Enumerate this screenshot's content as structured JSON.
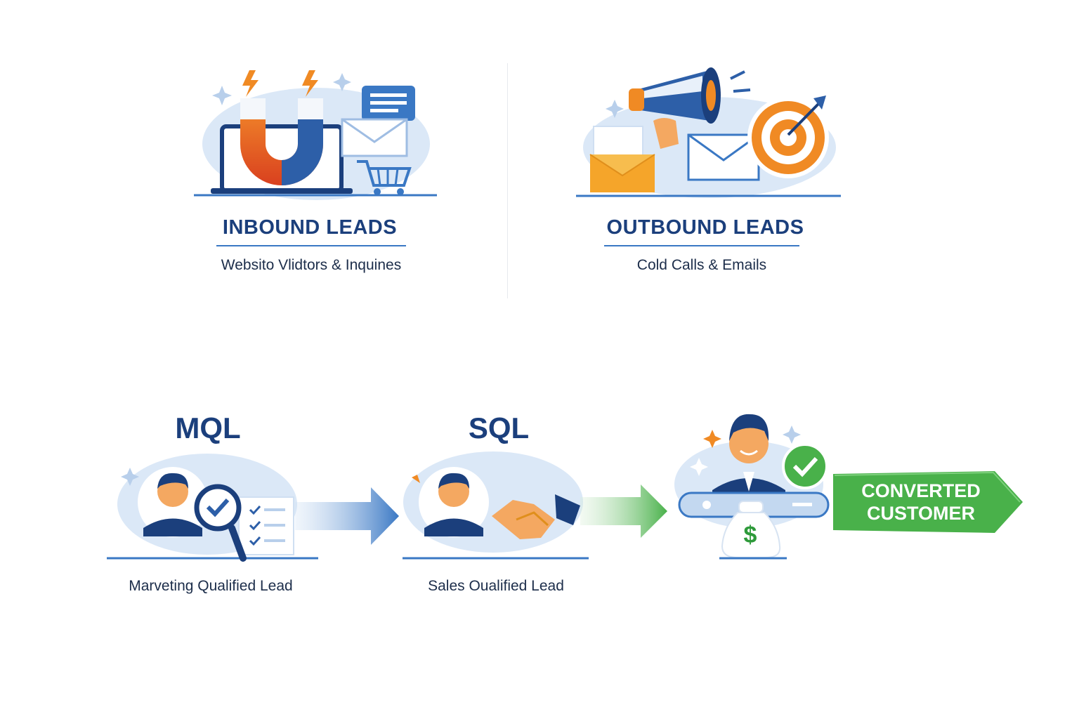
{
  "top": {
    "inbound": {
      "title": "INBOUND LEADS",
      "subtitle": "Websito Vlidtors & Inquines"
    },
    "outbound": {
      "title": "OUTBOUND LEADS",
      "subtitle": "Cold Calls & Emails"
    }
  },
  "funnel": {
    "mql": {
      "title": "MQL",
      "subtitle": "Marveting Qualified Lead"
    },
    "sql": {
      "title": "SQL",
      "subtitle": "Sales Oualified Lead"
    },
    "customer": {
      "line1": "CONVERTED",
      "line2": "CUSTOMER",
      "money_symbol": "$"
    }
  },
  "colors": {
    "navy": "#1b3f7c",
    "blue": "#3a78c4",
    "light_blue": "#dbe8f7",
    "orange": "#f08a24",
    "red": "#e0452a",
    "green": "#49b14a"
  },
  "icons": [
    "magnet-icon",
    "laptop-icon",
    "chat-bubble-icon",
    "envelope-icon",
    "shopping-cart-icon",
    "megaphone-icon",
    "target-icon",
    "person-icon",
    "magnifier-check-icon",
    "checklist-icon",
    "handshake-icon",
    "check-badge-icon",
    "money-bag-icon",
    "arrow-right-icon"
  ]
}
